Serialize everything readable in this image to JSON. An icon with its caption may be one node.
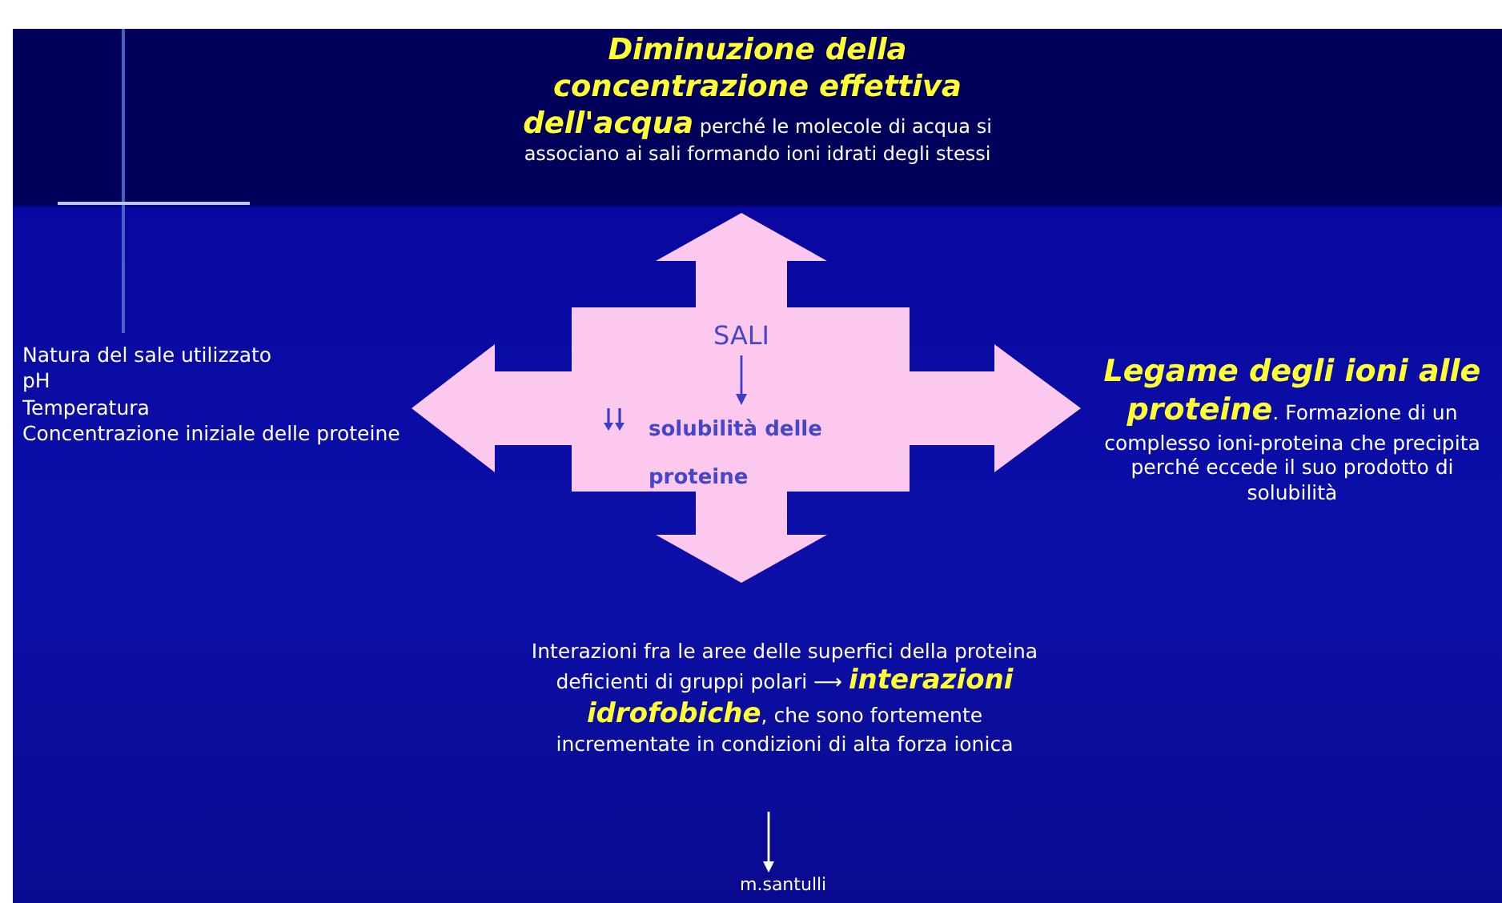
{
  "diagram": {
    "nodes": [
      {
        "text": [],
        "shape": "box"
      },
      {
        "text": [
          "SALI"
        ],
        "in": 0
      },
      {
        "text": [
          "solubilità delle proteine"
        ],
        "in": 0
      },
      {
        "text": [
          "**Diminuzione della concentrazione effettiva dell'acqua** perché le molecole di acqua si associano ai sali formando ioni idrati degli stessi"
        ]
      },
      {
        "text": [
          "**Legame degli ioni alle proteine**. Formazione di un complesso ioni-proteina che precipita perché eccede il suo prodotto di solubilità"
        ]
      },
      {
        "text": [
          "Interazioni fra le aree delle superfici della proteina deficienti di gruppi polari ⟶ **interazioni idrofobiche**, che sono fortemente incrementate in condizioni di alta forza ionica"
        ]
      },
      {
        "text": [
          "Natura del sale utilizzato",
          "pH",
          "Temperatura",
          "Concentrazione iniziale delle proteine"
        ]
      },
      {
        "text": [
          "m.santulli"
        ]
      }
    ],
    "edges": [
      {
        "from": 0,
        "to": 3,
        "arrow": "to"
      },
      {
        "from": 0,
        "to": 6,
        "arrow": "to"
      },
      {
        "from": 0,
        "to": 4,
        "arrow": "to"
      },
      {
        "from": 0,
        "to": 5,
        "arrow": "to"
      },
      {
        "from": 1,
        "to": 2,
        "arrow": "to",
        "color": "#3c3cc8"
      },
      {
        "from": 5,
        "to": 7,
        "arrow": "to",
        "color": "#ffffff"
      }
    ]
  }
}
